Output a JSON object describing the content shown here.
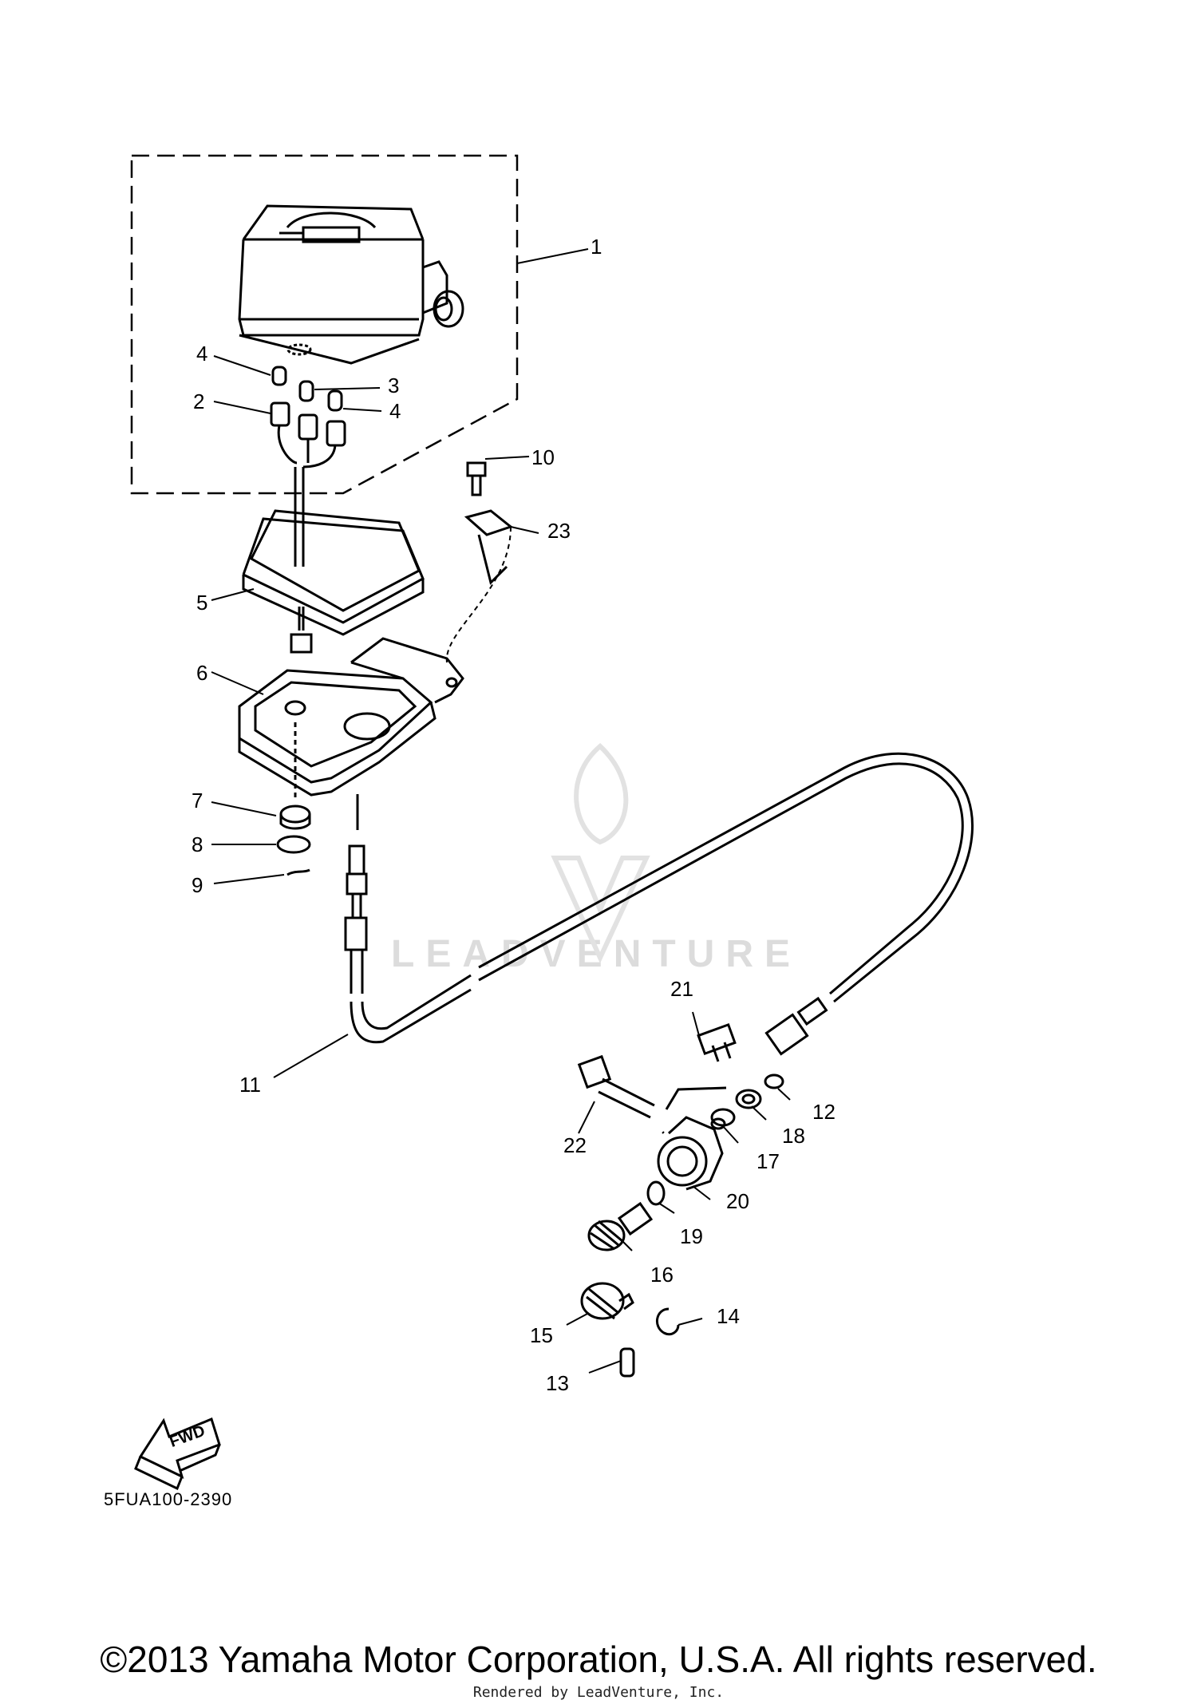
{
  "diagram": {
    "drawing_code": "5FUA100-2390",
    "copyright": "©2013 Yamaha Motor Corporation, U.S.A. All rights reserved.",
    "rendered_by": "Rendered by LeadVenture, Inc.",
    "watermark": "LEADVENTURE",
    "direction_label": "FWD",
    "callouts": [
      "1",
      "2",
      "3",
      "4",
      "4",
      "5",
      "6",
      "7",
      "8",
      "9",
      "10",
      "11",
      "12",
      "13",
      "14",
      "15",
      "16",
      "17",
      "18",
      "19",
      "20",
      "21",
      "22",
      "23"
    ]
  }
}
